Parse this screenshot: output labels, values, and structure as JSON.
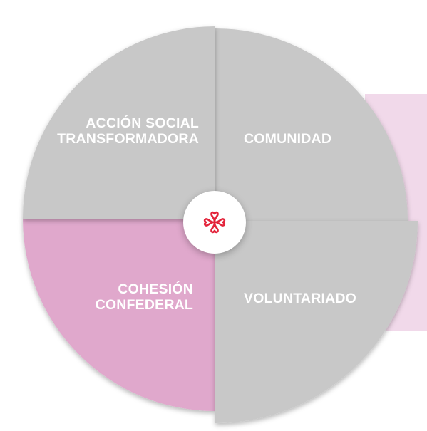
{
  "diagram": {
    "segments": {
      "top_left": {
        "lines": [
          "ACCIÓN SOCIAL",
          "TRANSFORMADORA"
        ],
        "color": "#c8c8c8"
      },
      "top_right": {
        "lines": [
          "COMUNIDAD"
        ],
        "color": "#c8c8c8"
      },
      "bottom_left": {
        "lines": [
          "COHESIÓN",
          "CONFEDERAL"
        ],
        "color": "#e0a8cc"
      },
      "bottom_right": {
        "lines": [
          "VOLUNTARIADO"
        ],
        "color": "#c8c8c8"
      }
    },
    "center_logo": {
      "icon": "cross-logo-icon",
      "color": "#e3243b"
    },
    "backdrop_color": "#f1d9ea"
  }
}
